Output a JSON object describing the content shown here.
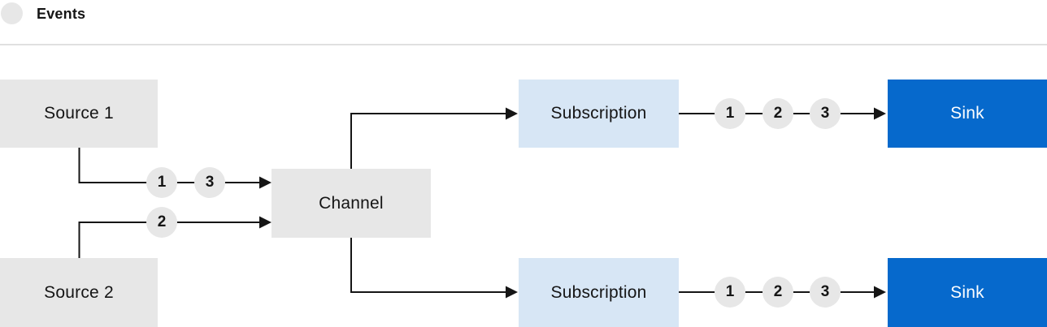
{
  "legend": {
    "label": "Events"
  },
  "nodes": {
    "source1": {
      "label": "Source 1"
    },
    "source2": {
      "label": "Source 2"
    },
    "channel": {
      "label": "Channel"
    },
    "subscription_top": {
      "label": "Subscription"
    },
    "subscription_bottom": {
      "label": "Subscription"
    },
    "sink_top": {
      "label": "Sink"
    },
    "sink_bottom": {
      "label": "Sink"
    }
  },
  "event_markers": {
    "source1_to_channel": [
      "1",
      "3"
    ],
    "source2_to_channel": [
      "2"
    ],
    "subscription_top_to_sink": [
      "1",
      "2",
      "3"
    ],
    "subscription_bottom_to_sink": [
      "1",
      "2",
      "3"
    ]
  },
  "colors": {
    "background": "#ffffff",
    "line": "#151515",
    "text_dark": "#151515",
    "text_light": "#ffffff",
    "source_channel_fill": "#e7e7e7",
    "subscription_fill": "#d7e6f5",
    "sink_fill": "#0669cc",
    "event_circle_fill": "#e7e7e7",
    "divider": "#e0e0e0"
  }
}
